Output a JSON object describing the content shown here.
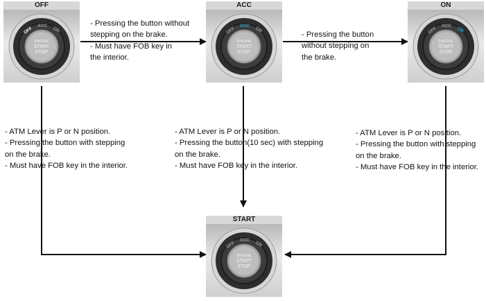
{
  "states": {
    "off": {
      "label": "OFF",
      "ring": [
        "OFF",
        "ACC",
        "ON"
      ],
      "active": "OFF",
      "button": [
        "ENGINE",
        "START",
        "STOP"
      ]
    },
    "acc": {
      "label": "ACC",
      "ring": [
        "OFF",
        "ACC",
        "ON"
      ],
      "active": "ACC",
      "button": [
        "ENGINE",
        "START",
        "STOP"
      ]
    },
    "on": {
      "label": "ON",
      "ring": [
        "OFF",
        "ACC",
        "ON"
      ],
      "active": "ON",
      "button": [
        "ENGINE",
        "START",
        "STOP"
      ]
    },
    "start": {
      "label": "START",
      "ring": [
        "OFF",
        "ACC",
        "ON"
      ],
      "active": "",
      "button": [
        "ENGINE",
        "START",
        "STOP"
      ]
    }
  },
  "colors": {
    "active_ring": "#2aa8e0",
    "arrow": "#111111"
  },
  "notes": {
    "off_to_acc": [
      "- Pressing the button without",
      "stepping on the brake.",
      "- Must have FOB key in",
      "the interior."
    ],
    "acc_to_on": [
      "- Pressing the button",
      "without stepping on",
      "the brake."
    ],
    "off_to_start": [
      "- ATM Lever is P or N position.",
      "- Pressing the button with stepping",
      "on the brake.",
      "- Must have FOB key in the interior."
    ],
    "acc_to_start": [
      "- ATM Lever is P or N position.",
      "- Pressing the button(10 sec) with stepping",
      "on the brake.",
      "- Must have FOB key in the interior."
    ],
    "on_to_start": [
      "- ATM Lever is P or N position.",
      "- Pressing the button with stepping",
      "on the brake.",
      "- Must have FOB key in the interior."
    ]
  }
}
